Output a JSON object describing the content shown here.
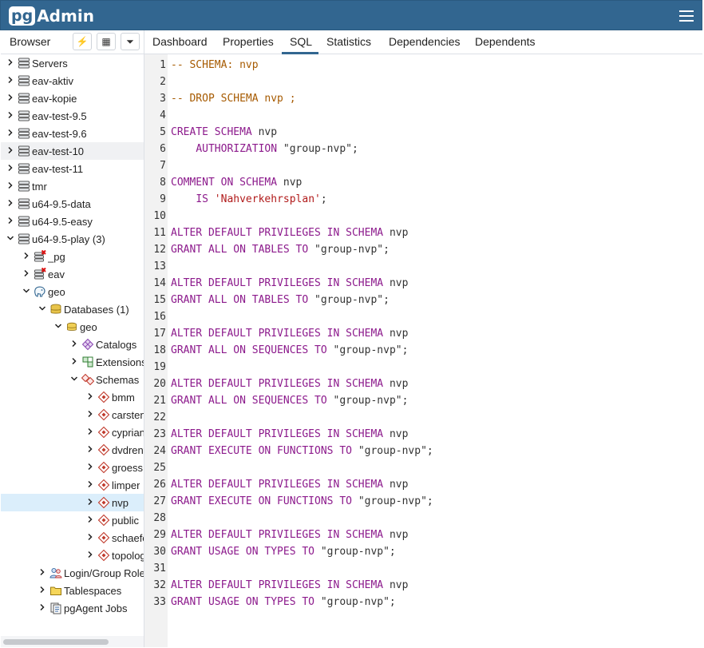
{
  "app": {
    "logo_pg": "pg",
    "logo_admin": "Admin"
  },
  "browser": {
    "title": "Browser",
    "toolbar": [
      {
        "name": "query-tool-icon",
        "glyph": "⚡"
      },
      {
        "name": "view-data-icon",
        "glyph": "▦"
      },
      {
        "name": "filter-icon",
        "glyph": "⏷"
      }
    ],
    "tree": [
      {
        "label": "Servers",
        "level": 0,
        "chev": ">",
        "icon": "server-group-icon"
      },
      {
        "label": "eav-aktiv",
        "level": 0,
        "chev": ">",
        "icon": "server-icon"
      },
      {
        "label": "eav-kopie",
        "level": 0,
        "chev": ">",
        "icon": "server-icon"
      },
      {
        "label": "eav-test-9.5",
        "level": 0,
        "chev": ">",
        "icon": "server-icon"
      },
      {
        "label": "eav-test-9.6",
        "level": 0,
        "chev": ">",
        "icon": "server-icon"
      },
      {
        "label": "eav-test-10",
        "level": 0,
        "chev": ">",
        "icon": "server-icon",
        "state": "hover"
      },
      {
        "label": "eav-test-11",
        "level": 0,
        "chev": ">",
        "icon": "server-icon"
      },
      {
        "label": "tmr",
        "level": 0,
        "chev": ">",
        "icon": "server-icon"
      },
      {
        "label": "u64-9.5-data",
        "level": 0,
        "chev": ">",
        "icon": "server-icon"
      },
      {
        "label": "u64-9.5-easy",
        "level": 0,
        "chev": ">",
        "icon": "server-icon"
      },
      {
        "label": "u64-9.5-play (3)",
        "level": 0,
        "chev": "v",
        "icon": "server-icon"
      },
      {
        "label": "_pg",
        "level": 1,
        "chev": ">",
        "icon": "server-disconnected-icon"
      },
      {
        "label": "eav",
        "level": 1,
        "chev": ">",
        "icon": "server-disconnected-icon"
      },
      {
        "label": "geo",
        "level": 1,
        "chev": "v",
        "icon": "postgres-elephant-icon"
      },
      {
        "label": "Databases (1)",
        "level": 2,
        "chev": "v",
        "icon": "databases-icon"
      },
      {
        "label": "geo",
        "level": 3,
        "chev": "v",
        "icon": "database-icon"
      },
      {
        "label": "Catalogs",
        "level": 4,
        "chev": ">",
        "icon": "catalogs-icon"
      },
      {
        "label": "Extensions",
        "level": 4,
        "chev": ">",
        "icon": "extensions-icon"
      },
      {
        "label": "Schemas",
        "level": 4,
        "chev": "v",
        "icon": "schemas-icon"
      },
      {
        "label": "bmm",
        "level": 5,
        "chev": ">",
        "icon": "schema-icon"
      },
      {
        "label": "carsten",
        "level": 5,
        "chev": ">",
        "icon": "schema-icon"
      },
      {
        "label": "cyprian",
        "level": 5,
        "chev": ">",
        "icon": "schema-icon"
      },
      {
        "label": "dvdrental",
        "level": 5,
        "chev": ">",
        "icon": "schema-icon"
      },
      {
        "label": "groess",
        "level": 5,
        "chev": ">",
        "icon": "schema-icon"
      },
      {
        "label": "limper",
        "level": 5,
        "chev": ">",
        "icon": "schema-icon"
      },
      {
        "label": "nvp",
        "level": 5,
        "chev": ">",
        "icon": "schema-icon",
        "state": "selected"
      },
      {
        "label": "public",
        "level": 5,
        "chev": ">",
        "icon": "schema-icon"
      },
      {
        "label": "schaefer",
        "level": 5,
        "chev": ">",
        "icon": "schema-icon"
      },
      {
        "label": "topology",
        "level": 5,
        "chev": ">",
        "icon": "schema-icon"
      },
      {
        "label": "Login/Group Roles",
        "level": 2,
        "chev": ">",
        "icon": "roles-icon"
      },
      {
        "label": "Tablespaces",
        "level": 2,
        "chev": ">",
        "icon": "tablespaces-icon"
      },
      {
        "label": "pgAgent Jobs",
        "level": 2,
        "chev": ">",
        "icon": "pgagent-jobs-icon"
      }
    ]
  },
  "tabs": [
    {
      "label": "Dashboard"
    },
    {
      "label": "Properties"
    },
    {
      "label": "SQL",
      "active": true
    },
    {
      "label": "Statistics"
    },
    {
      "label": "Dependencies"
    },
    {
      "label": "Dependents"
    }
  ],
  "sql_lines": [
    [
      [
        "cm",
        "-- SCHEMA: nvp"
      ]
    ],
    [],
    [
      [
        "cm",
        "-- DROP SCHEMA nvp ;"
      ]
    ],
    [],
    [
      [
        "kw",
        "CREATE SCHEMA "
      ],
      [
        "plain",
        "nvp"
      ]
    ],
    [
      [
        "plain",
        "    "
      ],
      [
        "kw",
        "AUTHORIZATION "
      ],
      [
        "plain",
        "\"group-nvp\";"
      ]
    ],
    [],
    [
      [
        "kw",
        "COMMENT ON SCHEMA "
      ],
      [
        "plain",
        "nvp"
      ]
    ],
    [
      [
        "plain",
        "    "
      ],
      [
        "kw",
        "IS "
      ],
      [
        "st",
        "'Nahverkehrsplan'"
      ],
      [
        "plain",
        ";"
      ]
    ],
    [],
    [
      [
        "kw",
        "ALTER DEFAULT PRIVILEGES IN SCHEMA "
      ],
      [
        "plain",
        "nvp"
      ]
    ],
    [
      [
        "kw",
        "GRANT ALL ON TABLES TO "
      ],
      [
        "plain",
        "\"group-nvp\";"
      ]
    ],
    [],
    [
      [
        "kw",
        "ALTER DEFAULT PRIVILEGES IN SCHEMA "
      ],
      [
        "plain",
        "nvp"
      ]
    ],
    [
      [
        "kw",
        "GRANT ALL ON TABLES TO "
      ],
      [
        "plain",
        "\"group-nvp\";"
      ]
    ],
    [],
    [
      [
        "kw",
        "ALTER DEFAULT PRIVILEGES IN SCHEMA "
      ],
      [
        "plain",
        "nvp"
      ]
    ],
    [
      [
        "kw",
        "GRANT ALL ON SEQUENCES TO "
      ],
      [
        "plain",
        "\"group-nvp\";"
      ]
    ],
    [],
    [
      [
        "kw",
        "ALTER DEFAULT PRIVILEGES IN SCHEMA "
      ],
      [
        "plain",
        "nvp"
      ]
    ],
    [
      [
        "kw",
        "GRANT ALL ON SEQUENCES TO "
      ],
      [
        "plain",
        "\"group-nvp\";"
      ]
    ],
    [],
    [
      [
        "kw",
        "ALTER DEFAULT PRIVILEGES IN SCHEMA "
      ],
      [
        "plain",
        "nvp"
      ]
    ],
    [
      [
        "kw",
        "GRANT EXECUTE ON FUNCTIONS TO "
      ],
      [
        "plain",
        "\"group-nvp\";"
      ]
    ],
    [],
    [
      [
        "kw",
        "ALTER DEFAULT PRIVILEGES IN SCHEMA "
      ],
      [
        "plain",
        "nvp"
      ]
    ],
    [
      [
        "kw",
        "GRANT EXECUTE ON FUNCTIONS TO "
      ],
      [
        "plain",
        "\"group-nvp\";"
      ]
    ],
    [],
    [
      [
        "kw",
        "ALTER DEFAULT PRIVILEGES IN SCHEMA "
      ],
      [
        "plain",
        "nvp"
      ]
    ],
    [
      [
        "kw",
        "GRANT USAGE ON TYPES TO "
      ],
      [
        "plain",
        "\"group-nvp\";"
      ]
    ],
    [],
    [
      [
        "kw",
        "ALTER DEFAULT PRIVILEGES IN SCHEMA "
      ],
      [
        "plain",
        "nvp"
      ]
    ],
    [
      [
        "kw",
        "GRANT USAGE ON TYPES TO "
      ],
      [
        "plain",
        "\"group-nvp\";"
      ]
    ]
  ]
}
